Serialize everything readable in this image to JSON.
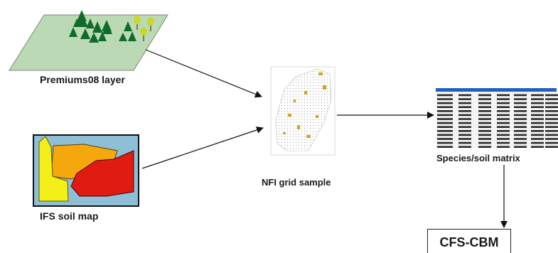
{
  "nodes": {
    "premiums_layer": {
      "label": "Premiums08 layer"
    },
    "ifs_soil_map": {
      "label": "IFS soil  map"
    },
    "nfi_grid_sample": {
      "label": "NFI grid sample"
    },
    "species_soil_matrix": {
      "label": "Species/soil matrix"
    },
    "cfs_cbm": {
      "label": "CFS-CBM"
    }
  },
  "colors": {
    "layer_fill": "#bcd9b6",
    "tree_dark": "#0f6b2a",
    "tree_light": "#c8d82c",
    "soil_yellow": "#f4ef18",
    "soil_orange": "#f5a80c",
    "soil_red": "#e01b12",
    "soil_bg": "#8fbfd7",
    "grid_accent": "#d6a018",
    "matrix_header": "#1f5fc2"
  },
  "edges": [
    {
      "from": "premiums_layer",
      "to": "nfi_grid_sample"
    },
    {
      "from": "ifs_soil_map",
      "to": "nfi_grid_sample"
    },
    {
      "from": "nfi_grid_sample",
      "to": "species_soil_matrix"
    },
    {
      "from": "species_soil_matrix",
      "to": "cfs_cbm"
    }
  ]
}
